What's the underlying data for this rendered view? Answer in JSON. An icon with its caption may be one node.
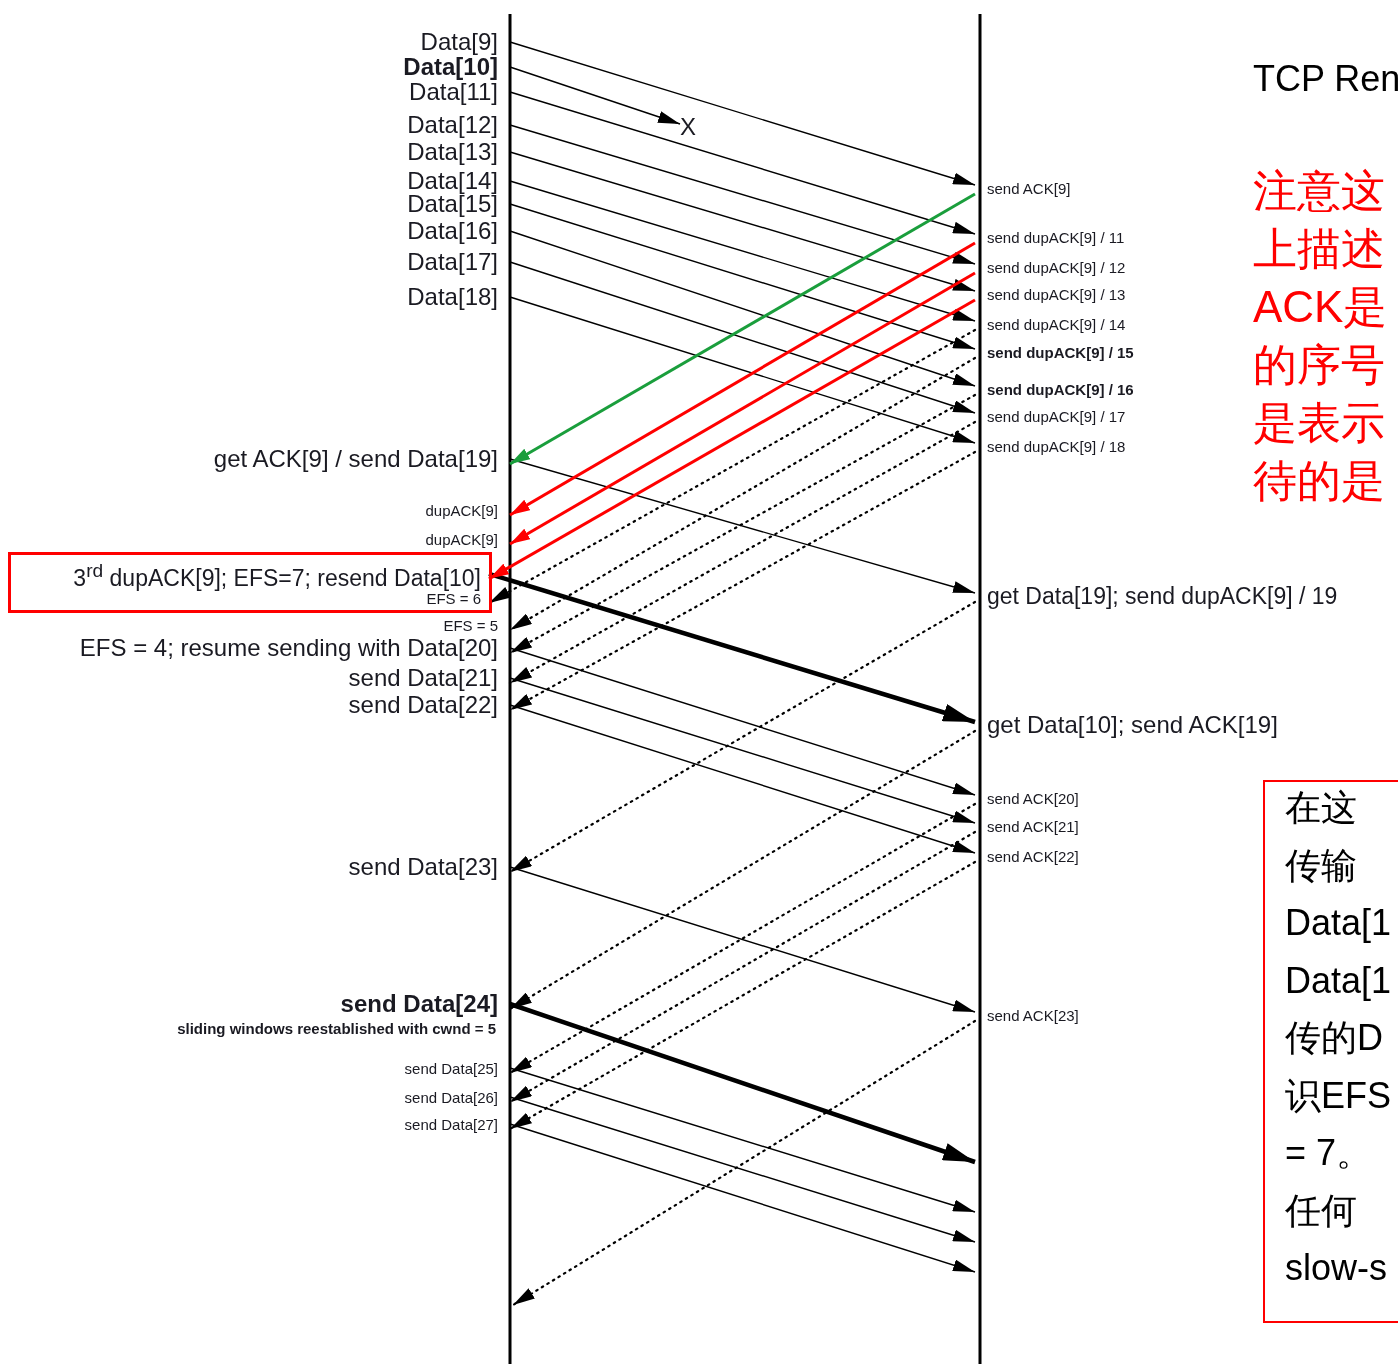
{
  "diagram": {
    "title": "TCP Ren",
    "nodes": [
      {
        "text": [
          "Data[9]"
        ]
      },
      {
        "text": [
          "Data[10]"
        ]
      },
      {
        "text": [
          "Data[11]"
        ]
      },
      {
        "text": [
          "Data[12]"
        ]
      },
      {
        "text": [
          "Data[13]"
        ]
      },
      {
        "text": [
          "Data[14]"
        ]
      },
      {
        "text": [
          "Data[15]"
        ]
      },
      {
        "text": [
          "Data[16]"
        ]
      },
      {
        "text": [
          "Data[17]"
        ]
      },
      {
        "text": [
          "Data[18]"
        ]
      },
      {
        "text": [
          "get ACK[9] / send Data[19]"
        ]
      },
      {
        "text": [
          "dupACK[9]"
        ]
      },
      {
        "text": [
          "dupACK[9]"
        ]
      },
      {
        "text": [],
        "shape": "box"
      },
      {
        "text": [
          "3$^{rd}$ dupACK[9]; EFS=7; resend Data[10]"
        ],
        "in": 13
      },
      {
        "text": [
          "EFS = 6"
        ],
        "in": 13
      },
      {
        "text": [
          "EFS = 5"
        ]
      },
      {
        "text": [
          "EFS = 4; resume sending  with Data[20]"
        ]
      },
      {
        "text": [
          "send Data[21]"
        ]
      },
      {
        "text": [
          "send Data[22]"
        ]
      },
      {
        "text": [
          "send Data[23]"
        ]
      },
      {
        "text": [
          "send Data[24]"
        ],
        "beside": [
          "sliding windows reestablished with cwnd = 5"
        ]
      },
      {
        "text": [
          "send Data[25]"
        ]
      },
      {
        "text": [
          "send Data[26]"
        ]
      },
      {
        "text": [
          "send Data[27]"
        ]
      },
      {
        "text": [
          "send ACK[9]"
        ]
      },
      {
        "text": [
          "send dupACK[9] / 11"
        ]
      },
      {
        "text": [
          "send dupACK[9] / 12"
        ]
      },
      {
        "text": [
          "send dupACK[9] / 13"
        ]
      },
      {
        "text": [
          "send dupACK[9] / 14"
        ]
      },
      {
        "text": [
          "send dupACK[9] / 15"
        ]
      },
      {
        "text": [
          "send dupACK[9] / 16"
        ]
      },
      {
        "text": [
          "send dupACK[9] / 17"
        ]
      },
      {
        "text": [
          "send dupACK[9] / 18"
        ]
      },
      {
        "text": [
          "get Data[19]; send dupACK[9] / 19"
        ]
      },
      {
        "text": [
          "get Data[10]; send ACK[19]"
        ]
      },
      {
        "text": [
          "send ACK[20]"
        ]
      },
      {
        "text": [
          "send ACK[21]"
        ]
      },
      {
        "text": [
          "send ACK[22]"
        ]
      },
      {
        "text": [
          "send ACK[23]"
        ]
      },
      {
        "text": [
          "在这",
          "传输",
          "Data[1",
          "Data[1",
          "传的D",
          "识EFS",
          "= 7。",
          "任何",
          "slow-s"
        ]
      },
      {
        "text": [
          "X"
        ]
      }
    ],
    "edges": [
      {
        "from": 0,
        "to": 25,
        "arrow": "to"
      },
      {
        "from": 1,
        "to": 41,
        "arrow": "to"
      },
      {
        "from": 2,
        "to": 26,
        "arrow": "to"
      },
      {
        "from": 3,
        "to": 27,
        "arrow": "to"
      },
      {
        "from": 4,
        "to": 28,
        "arrow": "to"
      },
      {
        "from": 5,
        "to": 29,
        "arrow": "to"
      },
      {
        "from": 6,
        "to": 30,
        "arrow": "to"
      },
      {
        "from": 7,
        "to": 31,
        "arrow": "to"
      },
      {
        "from": 8,
        "to": 32,
        "arrow": "to"
      },
      {
        "from": 9,
        "to": 33,
        "arrow": "to"
      },
      {
        "from": 10,
        "to": 34,
        "arrow": "to"
      },
      {
        "from": 14,
        "to": 35,
        "arrow": "to",
        "style": "thick"
      },
      {
        "from": 17,
        "to": 36,
        "arrow": "to"
      },
      {
        "from": 18,
        "to": 37,
        "arrow": "to"
      },
      {
        "from": 19,
        "to": 38,
        "arrow": "to"
      },
      {
        "from": 20,
        "to": 39,
        "arrow": "to"
      },
      {
        "from": 21,
        "to": null,
        "arrow": "to",
        "style": "thick"
      },
      {
        "from": 22,
        "to": null,
        "arrow": "to"
      },
      {
        "from": 23,
        "to": null,
        "arrow": "to"
      },
      {
        "from": 24,
        "to": null,
        "arrow": "to"
      },
      {
        "from": 25,
        "to": 10,
        "arrow": "to",
        "color": "#1a9e3c"
      },
      {
        "from": 26,
        "to": 11,
        "arrow": "to",
        "color": "#ff0000"
      },
      {
        "from": 27,
        "to": 12,
        "arrow": "to",
        "color": "#ff0000"
      },
      {
        "from": 28,
        "to": 14,
        "arrow": "to",
        "color": "#ff0000"
      },
      {
        "from": 29,
        "to": 15,
        "arrow": "to",
        "style": "dashed"
      },
      {
        "from": 30,
        "to": 16,
        "arrow": "to",
        "style": "dashed"
      },
      {
        "from": 31,
        "to": 17,
        "arrow": "to",
        "style": "dashed"
      },
      {
        "from": 32,
        "to": 18,
        "arrow": "to",
        "style": "dashed"
      },
      {
        "from": 33,
        "to": 19,
        "arrow": "to",
        "style": "dashed"
      },
      {
        "from": 34,
        "to": 20,
        "arrow": "to",
        "style": "dashed"
      },
      {
        "from": 35,
        "to": 21,
        "arrow": "to",
        "style": "dashed"
      },
      {
        "from": 36,
        "to": 22,
        "arrow": "to",
        "style": "dashed"
      },
      {
        "from": 37,
        "to": 23,
        "arrow": "to",
        "style": "dashed"
      },
      {
        "from": 38,
        "to": 24,
        "arrow": "to",
        "style": "dashed"
      },
      {
        "from": 39,
        "to": null,
        "arrow": "to",
        "style": "dashed"
      }
    ],
    "labels": [
      "注意这",
      "上描述",
      "ACK是",
      "的序号",
      "是表示",
      "待的是"
    ]
  }
}
